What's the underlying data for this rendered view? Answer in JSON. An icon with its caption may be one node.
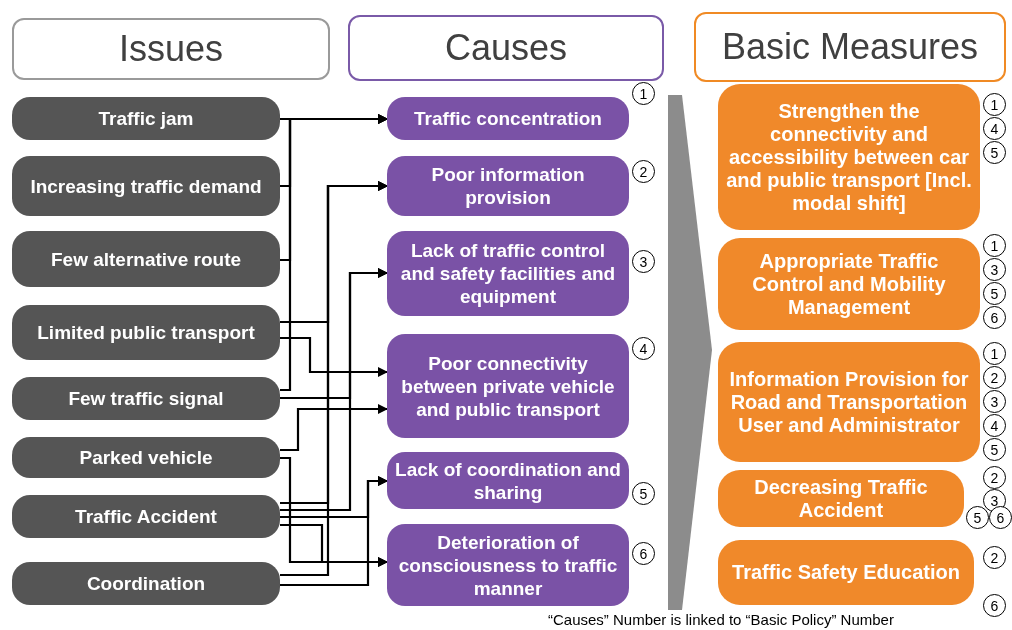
{
  "diagram": {
    "caption": "“Causes” Number is linked to “Basic Policy” Number",
    "nodes": [
      {
        "text": [
          "Issues"
        ]
      },
      {
        "text": [
          "Causes"
        ]
      },
      {
        "text": [
          "Basic Measures"
        ]
      },
      {
        "text": [
          "Traffic jam"
        ]
      },
      {
        "text": [
          "Increasing traffic demand"
        ]
      },
      {
        "text": [
          "Few alternative route"
        ]
      },
      {
        "text": [
          "Limited public transport"
        ]
      },
      {
        "text": [
          "Few traffic signal"
        ]
      },
      {
        "text": [
          "Parked vehicle"
        ]
      },
      {
        "text": [
          "Traffic Accident"
        ]
      },
      {
        "text": [
          "Coordination"
        ]
      },
      {
        "text": [
          "Traffic concentration"
        ],
        "beside": [
          "1"
        ]
      },
      {
        "text": [
          "Poor information provision"
        ],
        "beside": [
          "2"
        ]
      },
      {
        "text": [
          "Lack of traffic control and safety facilities and equipment"
        ],
        "beside": [
          "3"
        ]
      },
      {
        "text": [
          "Poor connectivity between private vehicle and public transport"
        ],
        "beside": [
          "4"
        ]
      },
      {
        "text": [
          "Lack of coordination and sharing"
        ],
        "beside": [
          "5"
        ]
      },
      {
        "text": [
          "Deterioration of consciousness to traffic manner"
        ],
        "beside": [
          "6"
        ]
      },
      {
        "text": [
          "Strengthen the connectivity and accessibility between car and public transport [Incl. modal shift]"
        ],
        "beside": [
          "1",
          "4",
          "5"
        ]
      },
      {
        "text": [
          "Appropriate Traffic Control and Mobility Management"
        ],
        "beside": [
          "1",
          "3",
          "5",
          "6"
        ]
      },
      {
        "text": [
          "Information Provision for Road and Transportation User and Administrator"
        ],
        "beside": [
          "1",
          "2",
          "3",
          "4",
          "5"
        ]
      },
      {
        "text": [
          "Decreasing Traffic Accident"
        ],
        "beside": [
          "2",
          "3",
          "5",
          "6"
        ]
      },
      {
        "text": [
          "Traffic Safety Education"
        ],
        "beside": [
          "2",
          "6"
        ]
      }
    ],
    "edges": [
      {
        "from": 3,
        "to": 11,
        "arrow": "to"
      },
      {
        "from": 4,
        "to": 11,
        "arrow": "to"
      },
      {
        "from": 5,
        "to": 11,
        "arrow": "to"
      },
      {
        "from": 7,
        "to": 11,
        "arrow": "to"
      },
      {
        "from": 6,
        "to": 12,
        "arrow": "to"
      },
      {
        "from": 9,
        "to": 12,
        "arrow": "to"
      },
      {
        "from": 10,
        "to": 12,
        "arrow": "to"
      },
      {
        "from": 7,
        "to": 13,
        "arrow": "to"
      },
      {
        "from": 9,
        "to": 13,
        "arrow": "to"
      },
      {
        "from": 6,
        "to": 14,
        "arrow": "to"
      },
      {
        "from": 8,
        "to": 14,
        "arrow": "to"
      },
      {
        "from": 9,
        "to": 15,
        "arrow": "to"
      },
      {
        "from": 10,
        "to": 15,
        "arrow": "to"
      },
      {
        "from": 8,
        "to": 16,
        "arrow": "to"
      },
      {
        "from": 9,
        "to": 16,
        "arrow": "to"
      }
    ]
  }
}
